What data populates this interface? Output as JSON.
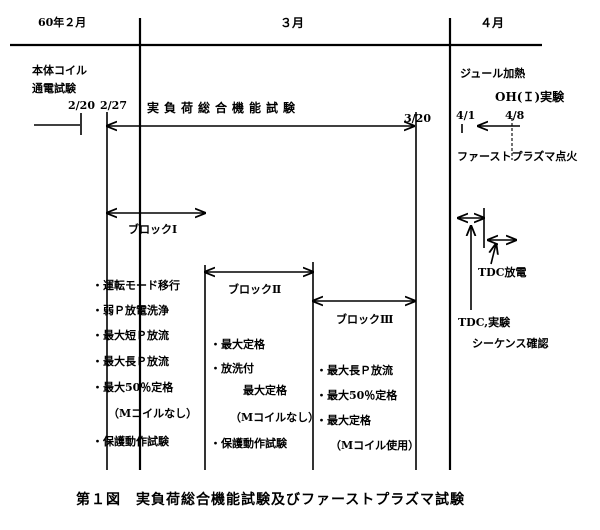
{
  "months": {
    "feb": "60年２月",
    "mar": "３月",
    "apr": "４月"
  },
  "coil_test": {
    "line1": "本体コイル",
    "line2": "通電試験"
  },
  "dates": {
    "d220": "2/20",
    "d227": "2/27",
    "d320": "3/20",
    "d41": "4/1",
    "d48": "4/8"
  },
  "full_test": "実負荷総合機能試験",
  "joule": "ジュール加熱",
  "oh_test": "OH(Ｉ)実験",
  "first_plasma": "ファーストプラズマ点火",
  "block1": {
    "title": "ブロックⅠ",
    "items": [
      "・運転モード移行",
      "・弱Ｐ放電洗浄",
      "・最大短Ｐ放流",
      "・最大長Ｐ放流",
      "・最大50％定格",
      "（Mコイルなし）",
      "・保護動作試験"
    ]
  },
  "block2": {
    "title": "ブロックⅡ",
    "items": [
      "・最大定格",
      "・放洗付",
      "最大定格",
      "（Mコイルなし）",
      "・保護動作試験"
    ]
  },
  "block3": {
    "title": "ブロックⅢ",
    "items": [
      "・最大長Ｐ放流",
      "・最大50％定格",
      "・最大定格",
      "（Mコイル使用）"
    ]
  },
  "tdc_discharge": "TDC放電",
  "tdc_exp": "TDC,実験",
  "sequence_check": "シーケンス確認",
  "caption": "第１図　実負荷総合機能試験及びファーストプラズマ試験"
}
